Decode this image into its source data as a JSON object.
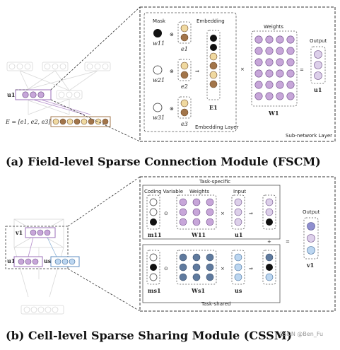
{
  "panel_a": {
    "caption": "(a) Field-level Sparse Connection Module (FSCM)",
    "mask_label": "Mask",
    "embedding_label": "Embedding",
    "embedding_layer_label": "Embedding Layer",
    "weights_label": "Weights",
    "output_label": "Output",
    "subnetwork_label": "Sub-network Layer",
    "w11": "w11",
    "w21": "w21",
    "w31": "w31",
    "e1": "e1",
    "e2": "e2",
    "e3": "e3",
    "E1": "E1",
    "W1": "W1",
    "u1": "u1",
    "E_formula": "E = [e1, e2, e3]"
  },
  "panel_b": {
    "caption": "(b) Cell-level Sparse Sharing Module (CSSM)",
    "task_specific_label": "Task-specific",
    "task_shared_label": "Task-shared",
    "coding_variable_label": "Coding Variable",
    "weights_label": "Weights",
    "input_label": "Input",
    "output_label": "Output",
    "m11": "m11",
    "ms1": "ms1",
    "W11": "W11",
    "Ws1": "Ws1",
    "u1": "u1",
    "us": "us",
    "v1": "v1"
  },
  "watermark": "CSDN @Ben_Fu",
  "colors": {
    "purple": "#c7a6d9",
    "purple_dark": "#9b6fb8",
    "beige": "#f0d9a0",
    "brown": "#a2754a",
    "blue_dark": "#5f7a9e",
    "blue_light": "#bcd6f0"
  }
}
